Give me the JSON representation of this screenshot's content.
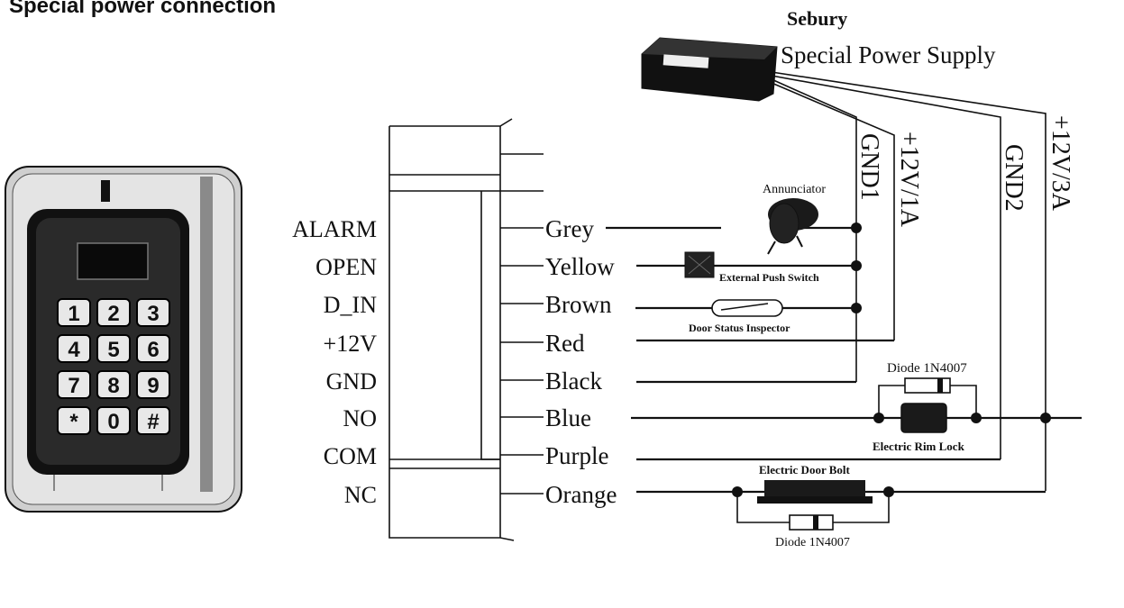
{
  "header": {
    "title": "Special power connection"
  },
  "power_supply": {
    "brand": "Sebury",
    "name": "Special Power Supply",
    "outputs": [
      "GND1",
      "+12V/1A",
      "GND2",
      "+12V/3A"
    ]
  },
  "terminals": [
    {
      "pin": "ALARM",
      "wire": "Grey"
    },
    {
      "pin": "OPEN",
      "wire": "Yellow"
    },
    {
      "pin": "D_IN",
      "wire": "Brown"
    },
    {
      "pin": "+12V",
      "wire": "Red"
    },
    {
      "pin": "GND",
      "wire": "Black"
    },
    {
      "pin": "NO",
      "wire": "Blue"
    },
    {
      "pin": "COM",
      "wire": "Purple"
    },
    {
      "pin": "NC",
      "wire": "Orange"
    }
  ],
  "components": {
    "annunciator": "Annunciator",
    "push_switch": "External Push Switch",
    "door_inspector": "Door Status Inspector",
    "diode_top": "Diode 1N4007",
    "rim_lock": "Electric Rim Lock",
    "door_bolt": "Electric Door Bolt",
    "diode_bottom": "Diode 1N4007"
  },
  "keypad": {
    "keys": [
      "1",
      "2",
      "3",
      "4",
      "5",
      "6",
      "7",
      "8",
      "9",
      "*",
      "0",
      "#"
    ]
  },
  "colors": {
    "ink": "#111111",
    "panel": "#d9d9d9",
    "keypad_face": "#2a2a2a"
  }
}
